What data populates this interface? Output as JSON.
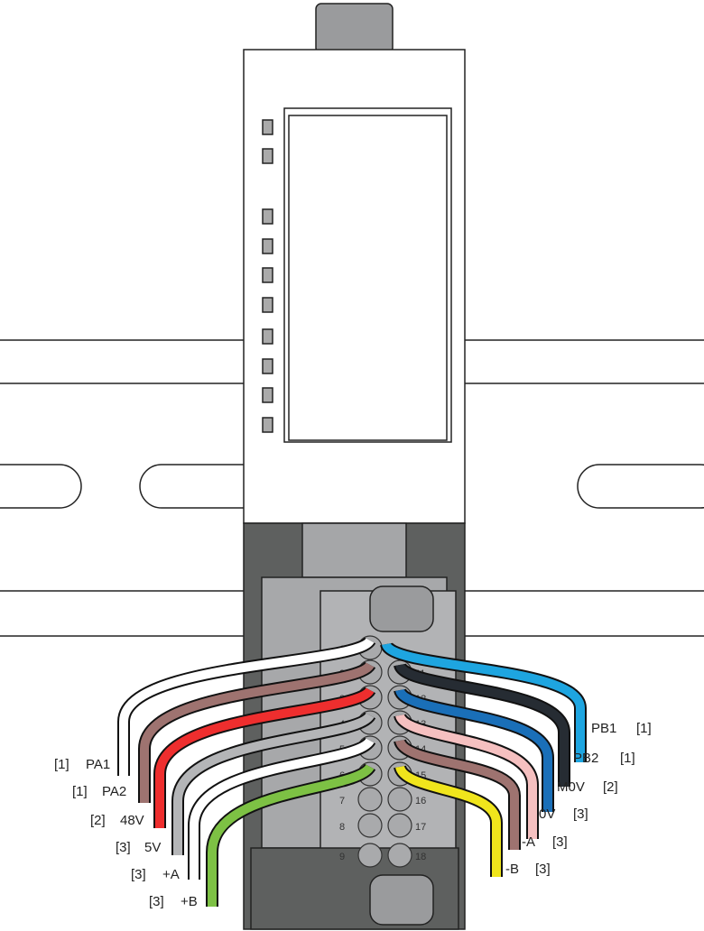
{
  "left_terminals": [
    "1",
    "2",
    "3",
    "4",
    "5",
    "6",
    "7",
    "8",
    "9"
  ],
  "right_terminals": [
    "11",
    "12",
    "13",
    "14",
    "15",
    "16",
    "17",
    "18"
  ],
  "left_wires": [
    {
      "signal": "PA1",
      "ref": "[1]",
      "color": "#ffffff"
    },
    {
      "signal": "PA2",
      "ref": "[1]",
      "color": "#9e7370"
    },
    {
      "signal": "48V",
      "ref": "[2]",
      "color": "#ee2e2e"
    },
    {
      "signal": "5V",
      "ref": "[3]",
      "color": "#b4b5b7"
    },
    {
      "signal": "+A",
      "ref": "[3]",
      "color": "#ffffff"
    },
    {
      "signal": "+B",
      "ref": "[3]",
      "color": "#7dc144"
    }
  ],
  "right_wires": [
    {
      "signal": "PB1",
      "ref": "[1]",
      "color": "#1ea5e0"
    },
    {
      "signal": "PB2",
      "ref": "[1]",
      "color": "#262c33"
    },
    {
      "signal": "M0V",
      "ref": "[2]",
      "color": "#1a6fb8"
    },
    {
      "signal": "0V",
      "ref": "[3]",
      "color": "#f5c0c0"
    },
    {
      "signal": "-A",
      "ref": "[3]",
      "color": "#9e7370"
    },
    {
      "signal": "-B",
      "ref": "[3]",
      "color": "#f0e51c"
    }
  ]
}
